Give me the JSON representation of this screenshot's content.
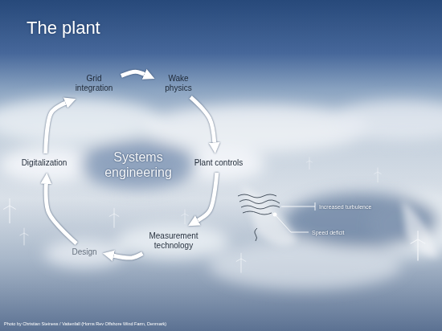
{
  "diagram": {
    "title": "The plant",
    "caption": "Photo by Christian Steiness / Vattenfall (Horns Rev Offshore Wind Farm, Denmark)",
    "nodes": [
      {
        "text": [
          "Grid integration"
        ]
      },
      {
        "text": [
          "Wake physics"
        ]
      },
      {
        "text": [
          "Plant controls"
        ]
      },
      {
        "text": [
          "Measurement technology"
        ]
      },
      {
        "text": [
          "Design"
        ]
      },
      {
        "text": [
          "Digitalization"
        ]
      }
    ],
    "edges": [
      {
        "from": 0,
        "to": 1,
        "arrow": "to"
      },
      {
        "from": 1,
        "to": 2,
        "arrow": "to"
      },
      {
        "from": 2,
        "to": 3,
        "arrow": "to"
      },
      {
        "from": 3,
        "to": 4,
        "arrow": "to"
      },
      {
        "from": 4,
        "to": 5,
        "arrow": "to"
      },
      {
        "from": 5,
        "to": 0,
        "arrow": "to"
      }
    ],
    "labels": [
      "Systems engineering",
      "Increased turbulence",
      "Speed deficit"
    ]
  }
}
